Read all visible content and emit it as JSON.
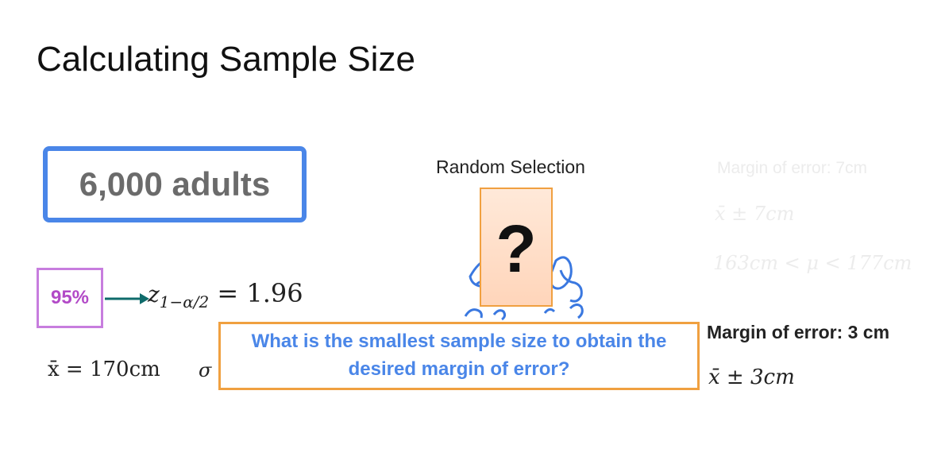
{
  "slide": {
    "title": "Calculating Sample Size"
  },
  "population": {
    "label": "6,000 adults"
  },
  "sampling": {
    "label": "Random Selection",
    "card_symbol": "?"
  },
  "faded_notes": {
    "margin_label": "Margin of error: 7cm",
    "interval": "x̄ ± 7cm",
    "range": "163cm < μ < 177cm"
  },
  "confidence": {
    "level": "95%",
    "z_symbol": "z",
    "z_subscript": "1−α/2",
    "z_value": "= 1.96"
  },
  "statistics": {
    "mean": "x̄ = 170cm",
    "sigma": "σ"
  },
  "question": {
    "line1": "What is the smallest sample size to obtain the",
    "line2": "desired margin of error?"
  },
  "target": {
    "margin_label": "Margin of error: 3 cm",
    "interval": "x̄ ± 3cm"
  },
  "colors": {
    "blue": "#4a86e8",
    "orange": "#f0a040",
    "purple": "#c77dde",
    "teal": "#0f6b6b"
  }
}
